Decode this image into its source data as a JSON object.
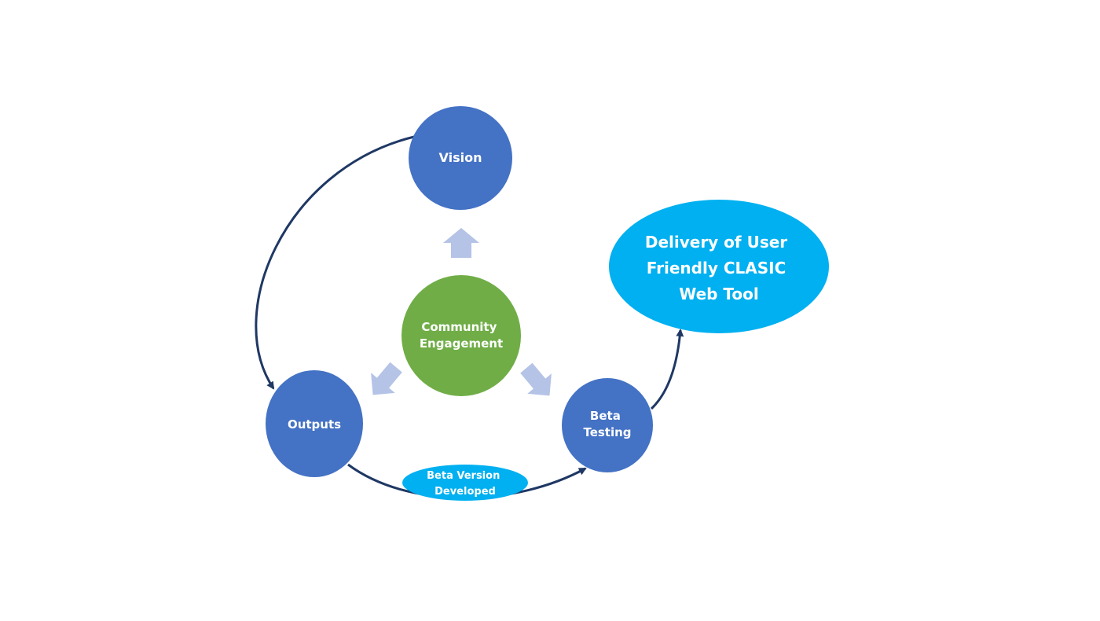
{
  "diagram": {
    "nodes": {
      "vision": {
        "lines": [
          "Vision"
        ]
      },
      "community": {
        "lines": [
          "Community",
          "Engagement"
        ]
      },
      "outputs": {
        "lines": [
          "Outputs"
        ]
      },
      "beta_testing": {
        "lines": [
          "Beta",
          "Testing"
        ]
      },
      "delivery": {
        "lines": [
          "Delivery of User",
          "Friendly CLASIC",
          "Web Tool"
        ]
      },
      "beta_version": {
        "lines": [
          "Beta Version",
          "Developed"
        ]
      }
    },
    "colors": {
      "primary_circle": "#4472C4",
      "community_circle": "#70AD47",
      "delivery_ellipse": "#00B0F0",
      "arrow_line": "#1F3864",
      "fat_arrow": "#B4C3E6"
    }
  }
}
